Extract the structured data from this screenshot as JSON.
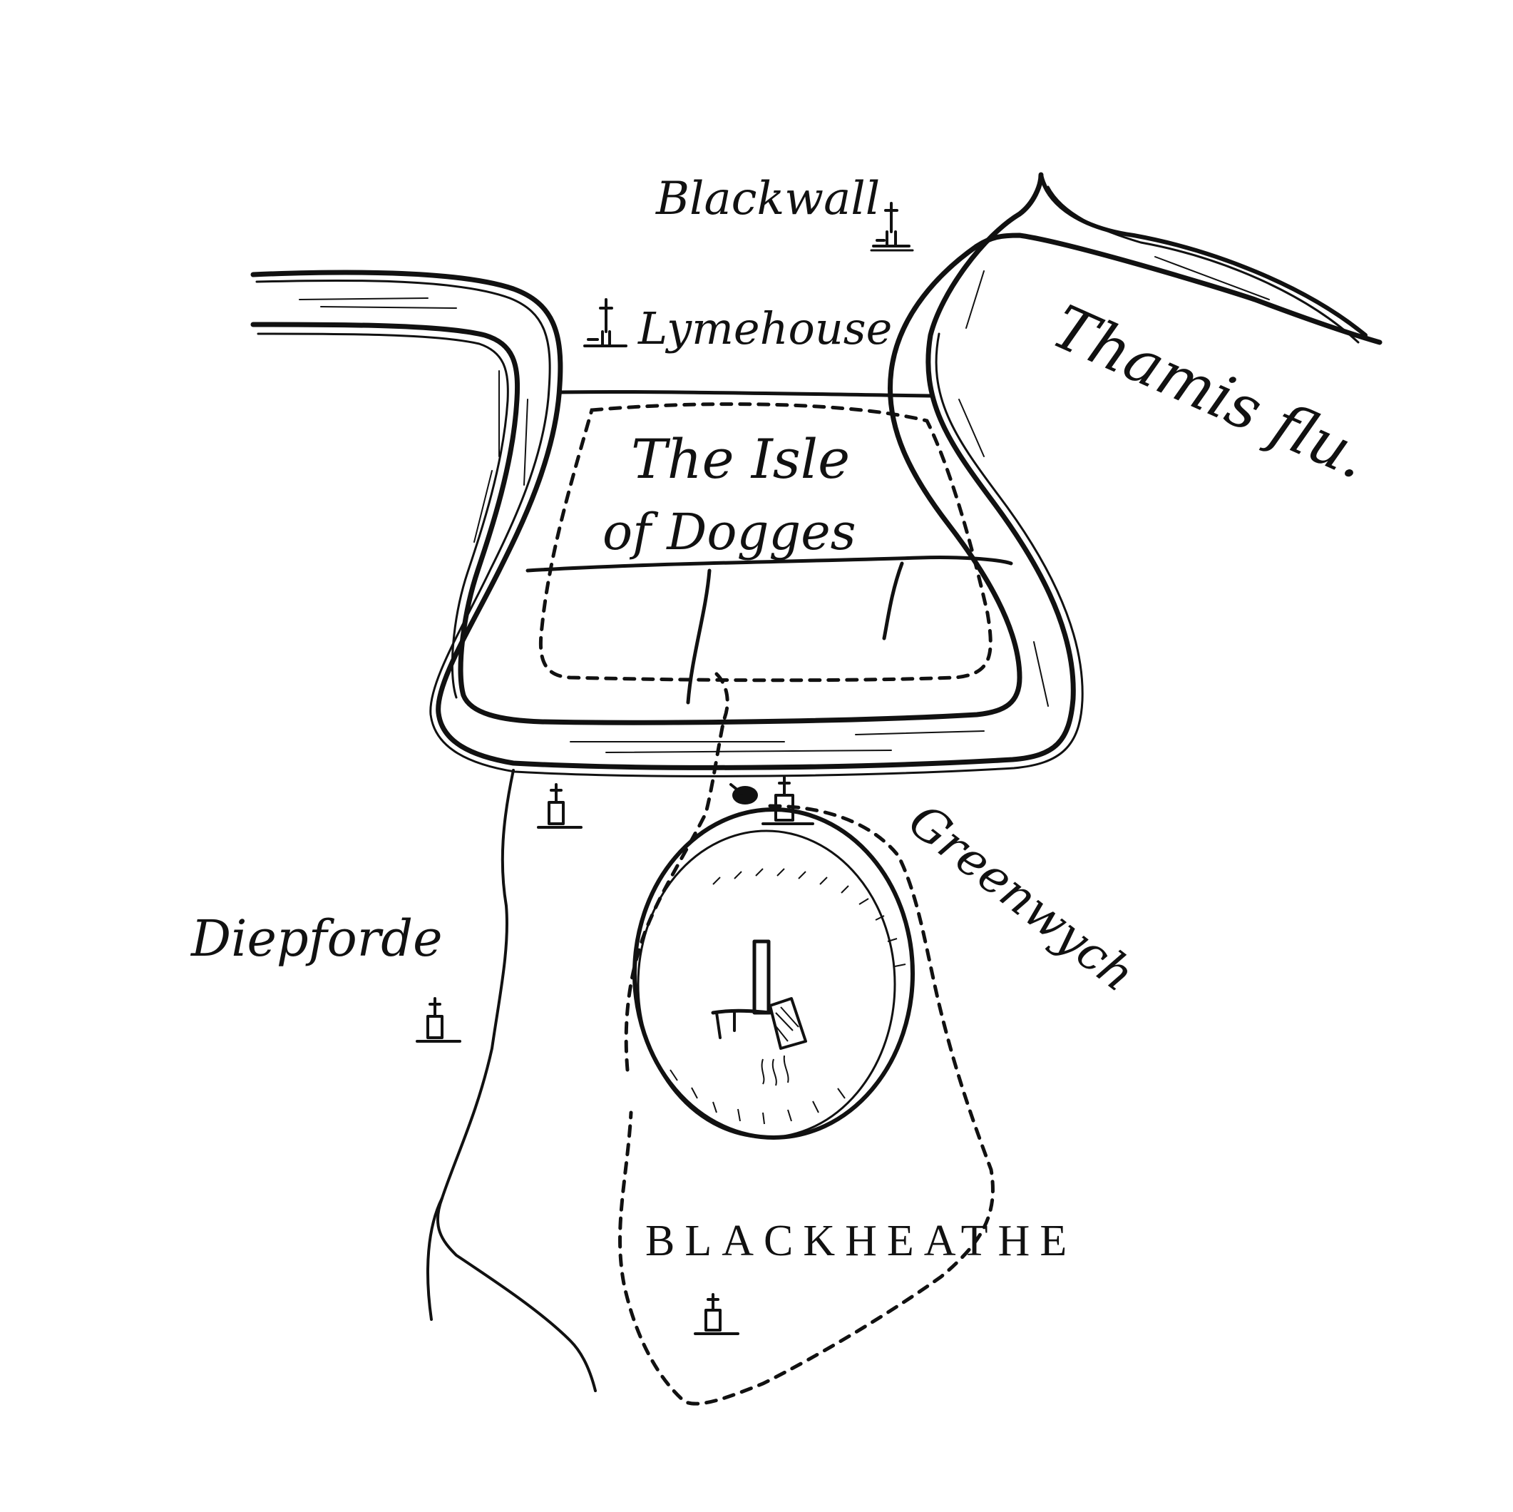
{
  "map": {
    "labels": {
      "blackwall": "Blackwall",
      "lymehouse": "Lymehouse",
      "thamis": "Thamis flu.",
      "isle_line1": "The Isle",
      "isle_line2": "of Dogges",
      "greenwych": "Greenwych",
      "diepforde": "Diepforde",
      "blackheathe": "BLACKHEATHE"
    },
    "icons": [
      "church-icon",
      "church-icon",
      "church-icon",
      "church-icon",
      "church-icon",
      "church-icon"
    ],
    "ink_color": "#111111",
    "paper_color": "#ffffff"
  }
}
